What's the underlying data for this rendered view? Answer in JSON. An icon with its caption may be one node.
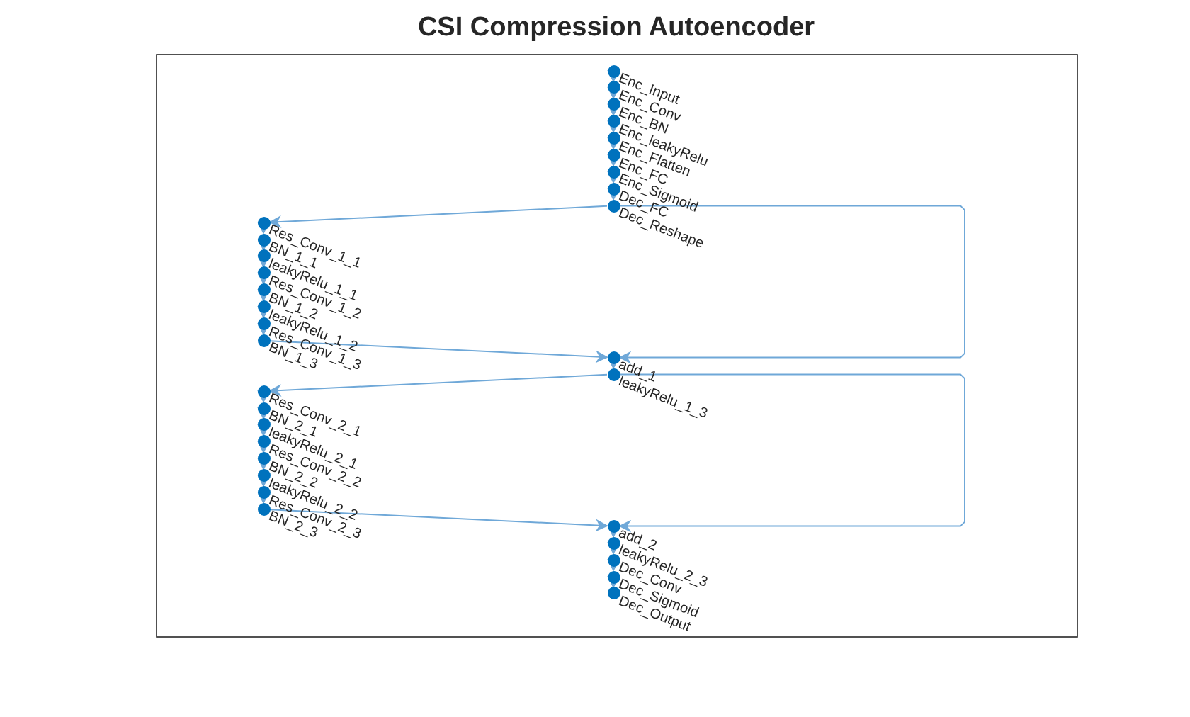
{
  "diagram": {
    "title": "CSI Compression Autoencoder",
    "nodes": [
      {
        "text": [
          "Enc_Input"
        ]
      },
      {
        "text": [
          "Enc_Conv"
        ]
      },
      {
        "text": [
          "Enc_BN"
        ]
      },
      {
        "text": [
          "Enc_leakyRelu"
        ]
      },
      {
        "text": [
          "Enc_Flatten"
        ]
      },
      {
        "text": [
          "Enc_FC"
        ]
      },
      {
        "text": [
          "Enc_Sigmoid"
        ]
      },
      {
        "text": [
          "Dec_FC"
        ]
      },
      {
        "text": [
          "Dec_Reshape"
        ]
      },
      {
        "text": [
          "Res_Conv_1_1"
        ]
      },
      {
        "text": [
          "BN_1_1"
        ]
      },
      {
        "text": [
          "leakyRelu_1_1"
        ]
      },
      {
        "text": [
          "Res_Conv_1_2"
        ]
      },
      {
        "text": [
          "BN_1_2"
        ]
      },
      {
        "text": [
          "leakyRelu_1_2"
        ]
      },
      {
        "text": [
          "Res_Conv_1_3"
        ]
      },
      {
        "text": [
          "BN_1_3"
        ]
      },
      {
        "text": [
          "add_1"
        ]
      },
      {
        "text": [
          "leakyRelu_1_3"
        ]
      },
      {
        "text": [
          "Res_Conv_2_1"
        ]
      },
      {
        "text": [
          "BN_2_1"
        ]
      },
      {
        "text": [
          "leakyRelu_2_1"
        ]
      },
      {
        "text": [
          "Res_Conv_2_2"
        ]
      },
      {
        "text": [
          "BN_2_2"
        ]
      },
      {
        "text": [
          "leakyRelu_2_2"
        ]
      },
      {
        "text": [
          "Res_Conv_2_3"
        ]
      },
      {
        "text": [
          "BN_2_3"
        ]
      },
      {
        "text": [
          "add_2"
        ]
      },
      {
        "text": [
          "leakyRelu_2_3"
        ]
      },
      {
        "text": [
          "Dec_Conv"
        ]
      },
      {
        "text": [
          "Dec_Sigmoid"
        ]
      },
      {
        "text": [
          "Dec_Output"
        ]
      }
    ],
    "edges": [
      {
        "from": 0,
        "to": 1,
        "arrow": "to"
      },
      {
        "from": 1,
        "to": 2,
        "arrow": "to"
      },
      {
        "from": 2,
        "to": 3,
        "arrow": "to"
      },
      {
        "from": 3,
        "to": 4,
        "arrow": "to"
      },
      {
        "from": 4,
        "to": 5,
        "arrow": "to"
      },
      {
        "from": 5,
        "to": 6,
        "arrow": "to"
      },
      {
        "from": 6,
        "to": 7,
        "arrow": "to"
      },
      {
        "from": 7,
        "to": 8,
        "arrow": "to"
      },
      {
        "from": 8,
        "to": 9,
        "arrow": "to"
      },
      {
        "from": 8,
        "to": 17,
        "arrow": "to"
      },
      {
        "from": 9,
        "to": 10,
        "arrow": "to"
      },
      {
        "from": 10,
        "to": 11,
        "arrow": "to"
      },
      {
        "from": 11,
        "to": 12,
        "arrow": "to"
      },
      {
        "from": 12,
        "to": 13,
        "arrow": "to"
      },
      {
        "from": 13,
        "to": 14,
        "arrow": "to"
      },
      {
        "from": 14,
        "to": 15,
        "arrow": "to"
      },
      {
        "from": 15,
        "to": 16,
        "arrow": "to"
      },
      {
        "from": 16,
        "to": 17,
        "arrow": "to"
      },
      {
        "from": 17,
        "to": 18,
        "arrow": "to"
      },
      {
        "from": 18,
        "to": 19,
        "arrow": "to"
      },
      {
        "from": 18,
        "to": 27,
        "arrow": "to"
      },
      {
        "from": 19,
        "to": 20,
        "arrow": "to"
      },
      {
        "from": 20,
        "to": 21,
        "arrow": "to"
      },
      {
        "from": 21,
        "to": 22,
        "arrow": "to"
      },
      {
        "from": 22,
        "to": 23,
        "arrow": "to"
      },
      {
        "from": 23,
        "to": 24,
        "arrow": "to"
      },
      {
        "from": 24,
        "to": 25,
        "arrow": "to"
      },
      {
        "from": 25,
        "to": 26,
        "arrow": "to"
      },
      {
        "from": 26,
        "to": 27,
        "arrow": "to"
      },
      {
        "from": 27,
        "to": 28,
        "arrow": "to"
      },
      {
        "from": 28,
        "to": 29,
        "arrow": "to"
      },
      {
        "from": 29,
        "to": 30,
        "arrow": "to"
      },
      {
        "from": 30,
        "to": 31,
        "arrow": "to"
      }
    ]
  }
}
